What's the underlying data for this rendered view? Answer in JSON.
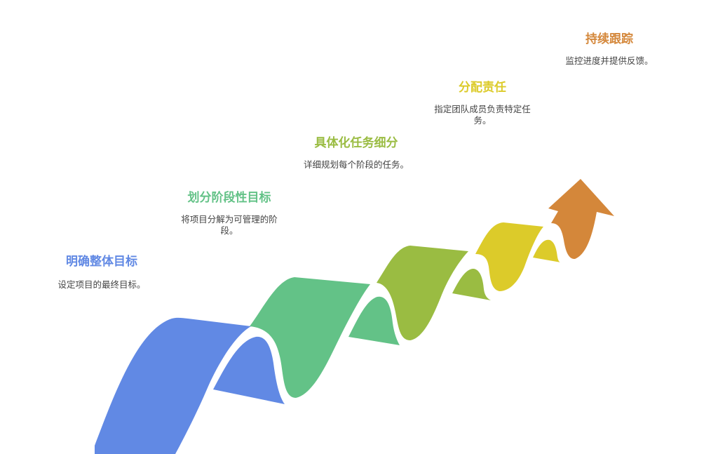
{
  "diagram": {
    "type": "staircase-ribbon-arrow",
    "steps": [
      {
        "title": "明确整体目标",
        "description": "设定项目的最终目标。",
        "color": "#6189E4"
      },
      {
        "title": "划分阶段性目标",
        "description": "将项目分解为可管理的阶段。",
        "color": "#63C287"
      },
      {
        "title": "具体化任务细分",
        "description": "详细规划每个阶段的任务。",
        "color": "#9ABC42"
      },
      {
        "title": "分配责任",
        "description": "指定团队成员负责特定任务。",
        "color": "#DCCB2A"
      },
      {
        "title": "持续跟踪",
        "description": "监控进度并提供反馈。",
        "color": "#D4873A"
      }
    ]
  }
}
